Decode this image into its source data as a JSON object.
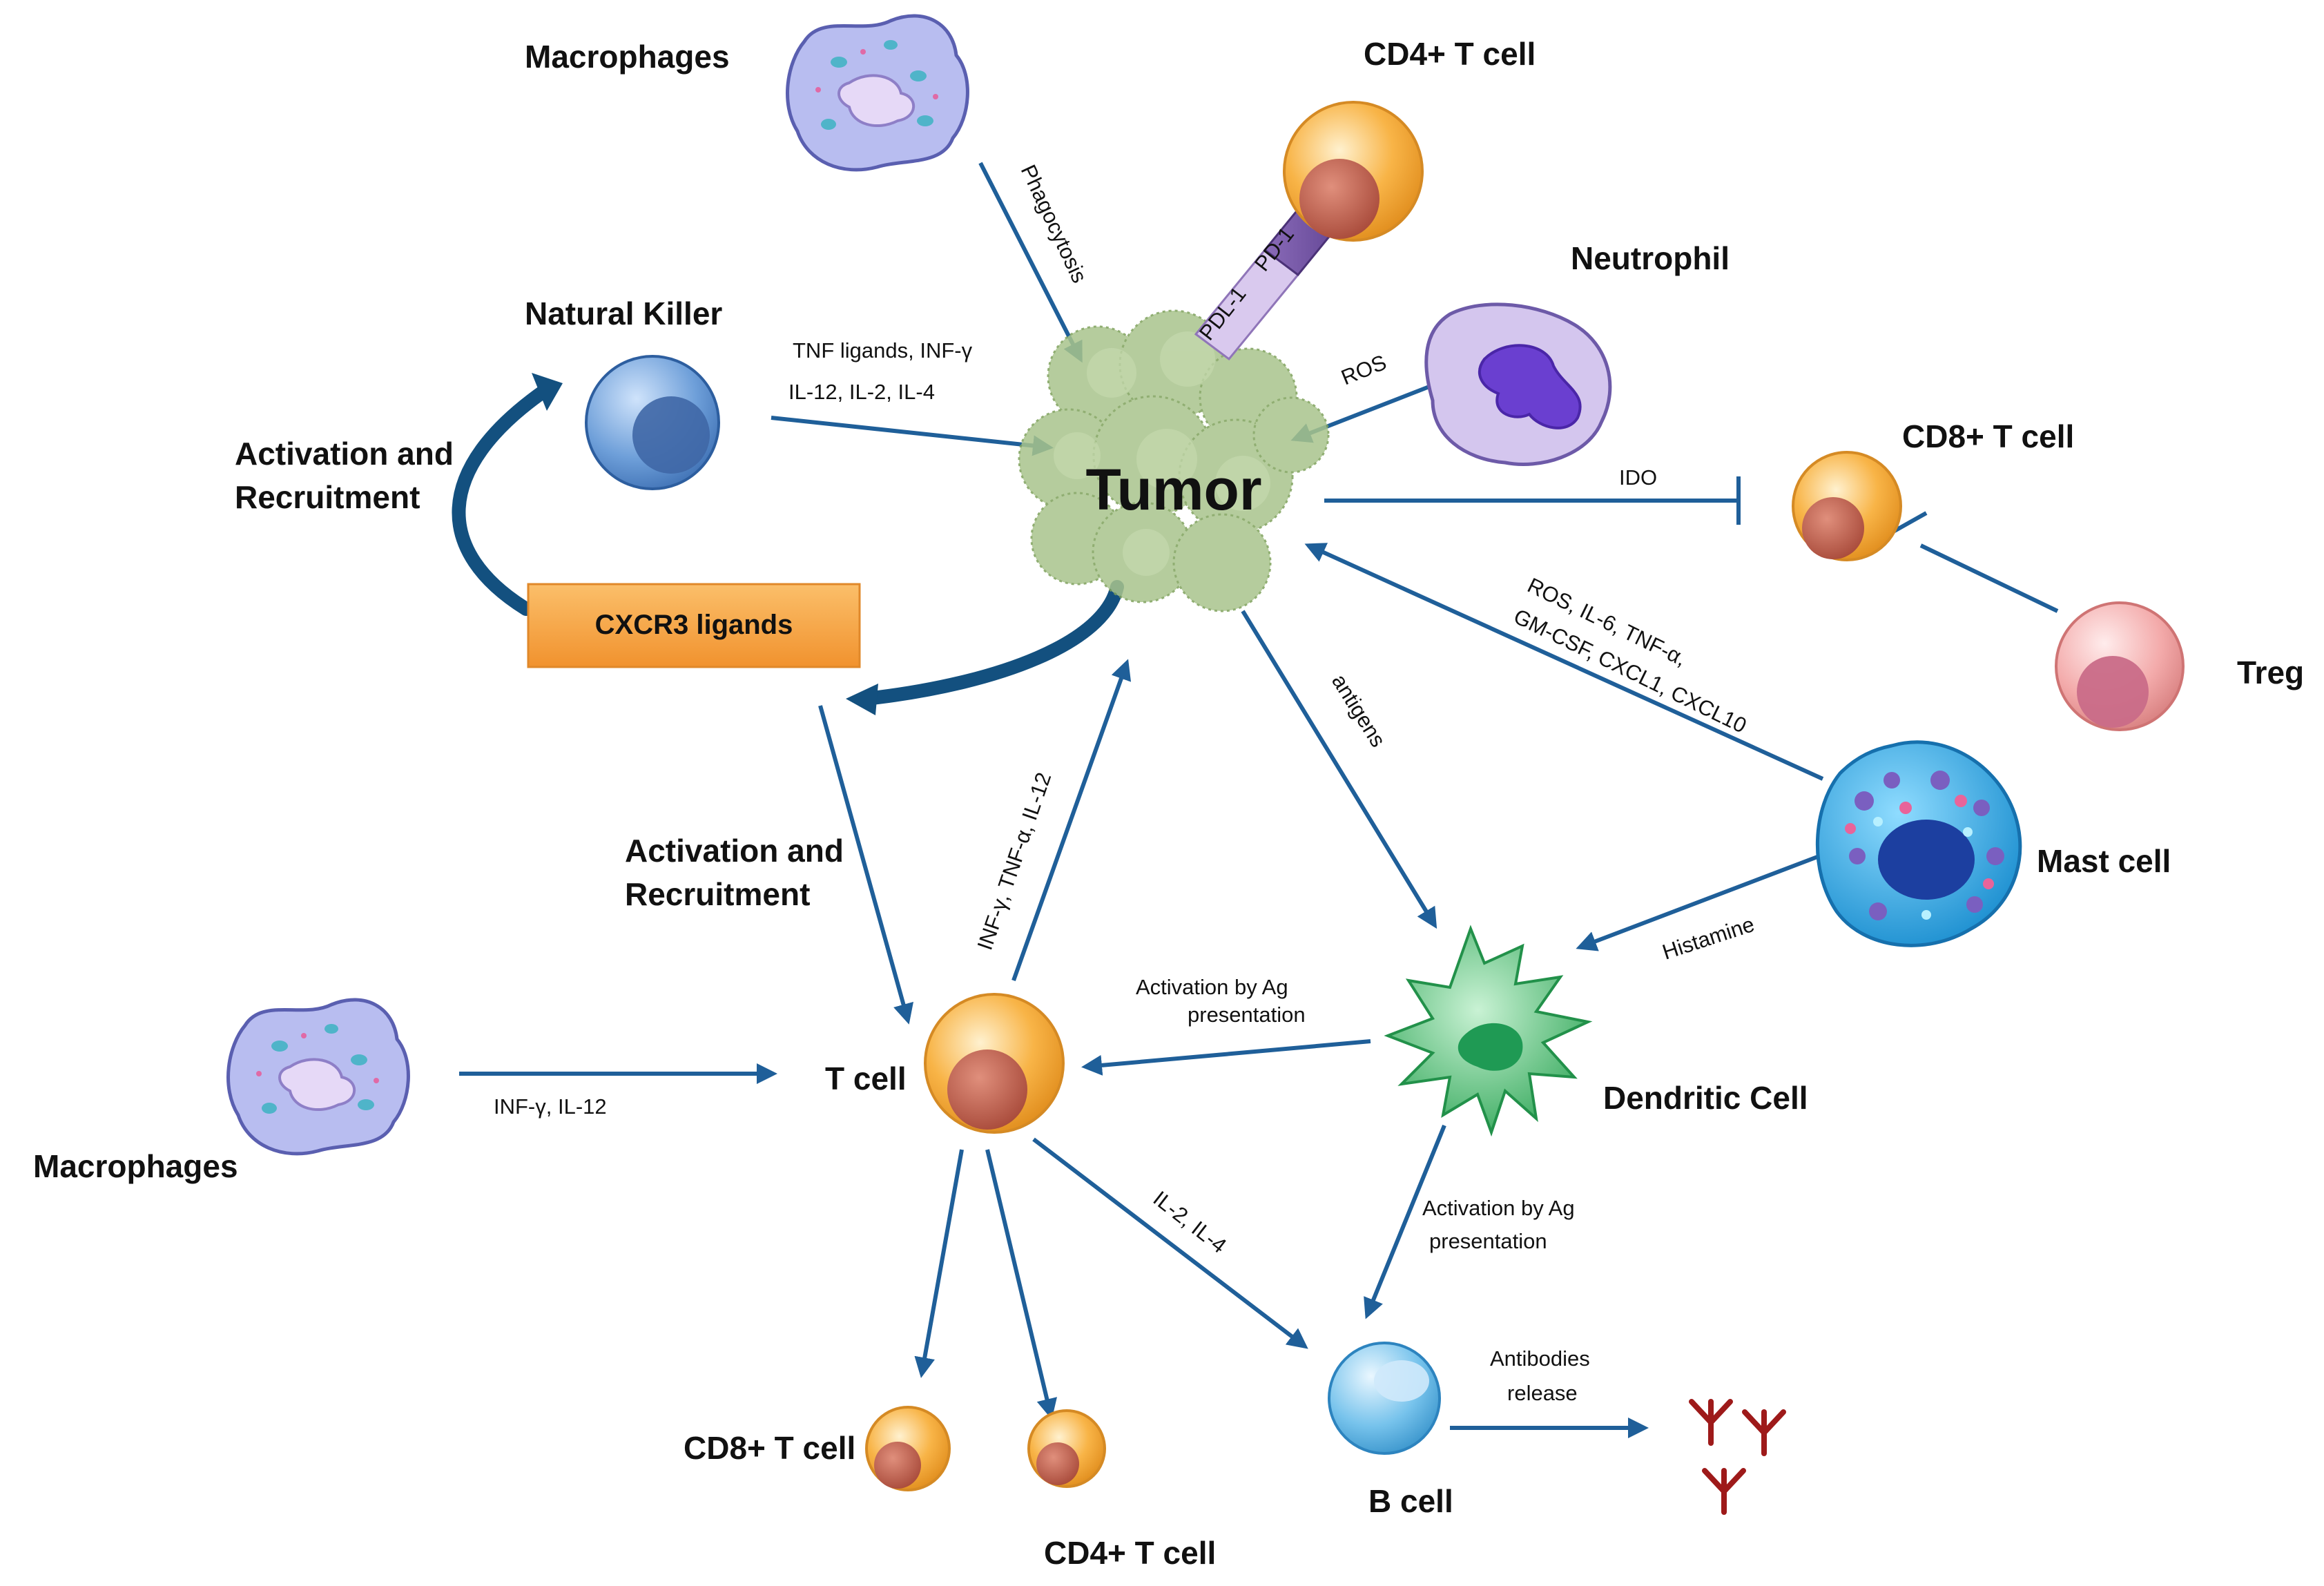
{
  "labels": {
    "macrophages_top": "Macrophages",
    "cd4_top": "CD4+ T cell",
    "natural_killer": "Natural Killer",
    "neutrophil": "Neutrophil",
    "activation_left_1": "Activation and",
    "activation_left_2": "Recruitment",
    "cxcr3": "CXCR3 ligands",
    "tumor": "Tumor",
    "cd8_right": "CD8+ T cell",
    "treg": "Treg",
    "mast_cell": "Mast cell",
    "activation_mid_1": "Activation and",
    "activation_mid_2": "Recruitment",
    "t_cell": "T cell",
    "macrophages_bottom": "Macrophages",
    "dendritic_cell": "Dendritic Cell",
    "cd8_bottom": "CD8+ T cell",
    "cd4_bottom": "CD4+ T cell",
    "b_cell": "B cell"
  },
  "annotations": {
    "phagocytosis": "Phagocytosis",
    "pdl1": "PDL-1",
    "pd1": "PD-1",
    "nk_1": "TNF ligands, INF-γ",
    "nk_2": "IL-12, IL-2, IL-4",
    "ros": "ROS",
    "ido": "IDO",
    "mast_1": "ROS, IL-6, TNF-α,",
    "mast_2": "GM-CSF, CXCL1, CXCL10",
    "antigens": "antigens",
    "tcell_up": "INF-γ, TNF-α, IL-12",
    "histamine": "Histamine",
    "agpres_1": "Activation by Ag",
    "agpres_2": "presentation",
    "macro_bottom": "INF-γ, IL-12",
    "il2_il4": "IL-2, IL-4",
    "agpres_b_1": "Activation by Ag",
    "agpres_b_2": "presentation",
    "antibodies_1": "Antibodies",
    "antibodies_2": "release"
  },
  "colors": {
    "arrow": "#1f5f99",
    "tumor": "#9bb87a",
    "cxcr3_box": "#f6a043",
    "antibody": "#9e1a1a",
    "macrophage": "#b9bff0",
    "tcell": "#f7b24a",
    "nk": "#6a9ad6",
    "neutrophil": "#c7b6e6",
    "mast": "#27a2df",
    "dendritic": "#4dbe6e",
    "bcell": "#64b9e6",
    "treg": "#f1a4a4"
  }
}
